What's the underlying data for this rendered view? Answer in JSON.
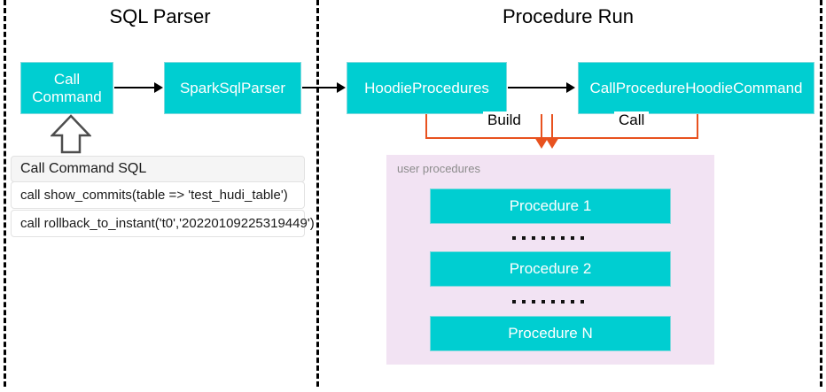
{
  "diagram": {
    "title_left": "SQL Parser",
    "title_right": "Procedure Run",
    "accent_teal": "#00CED1",
    "accent_orange": "#E8521F",
    "panel_purple": "#F2E3F3"
  },
  "sql_parser": {
    "nodes": {
      "call_command": "Call\nCommand",
      "call_command_line1": "Call",
      "call_command_line2": "Command",
      "spark_sql_parser": "SparkSqlParser"
    },
    "sql_table": {
      "header": "Call Command SQL",
      "rows": [
        "call show_commits(table => 'test_hudi_table')",
        "call rollback_to_instant('t0','20220109225319449')"
      ]
    }
  },
  "procedure_run": {
    "nodes": {
      "hoodie_procedures": "HoodieProcedures",
      "call_procedure_hoodie_command": "CallProcedureHoodieCommand"
    },
    "edges": {
      "build": "Build",
      "call": "Call"
    },
    "user_procedures": {
      "label": "user procedures",
      "items": [
        "Procedure 1",
        "Procedure 2",
        "Procedure N"
      ]
    }
  }
}
